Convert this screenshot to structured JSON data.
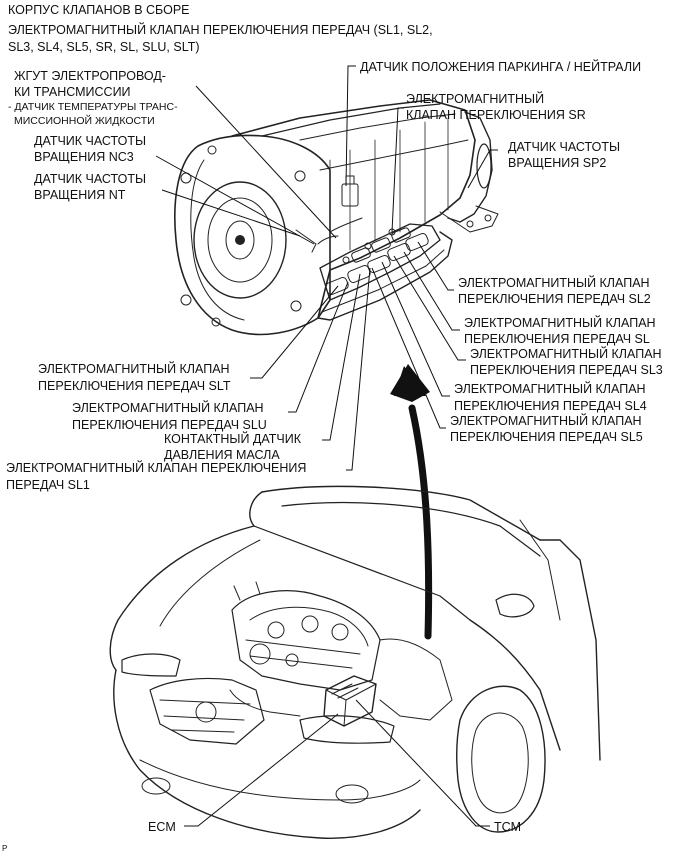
{
  "labels": {
    "valve_body": "КОРПУС КЛАПАНОВ В СБОРЕ",
    "solenoid_all_1": "ЭЛЕКТРОМАГНИТНЫЙ КЛАПАН ПЕРЕКЛЮЧЕНИЯ ПЕРЕДАЧ (SL1, SL2,",
    "solenoid_all_2": "SL3, SL4, SL5, SR, SL, SLU, SLT)",
    "harness_1": "ЖГУТ ЭЛЕКТРОПРОВОД-",
    "harness_2": "КИ ТРАНСМИССИИ",
    "harness_3": "- ДАТЧИК ТЕМПЕРАТУРЫ ТРАНС-",
    "harness_4": "МИССИОННОЙ ЖИДКОСТИ",
    "park_neutral": "ДАТЧИК ПОЛОЖЕНИЯ ПАРКИНГА / НЕЙТРАЛИ",
    "sr_1": "ЭЛЕКТРОМАГНИТНЫЙ",
    "sr_2": "КЛАПАН ПЕРЕКЛЮЧЕНИЯ SR",
    "nc3_1": "ДАТЧИК ЧАСТОТЫ",
    "nc3_2": "ВРАЩЕНИЯ NC3",
    "nt_1": "ДАТЧИК ЧАСТОТЫ",
    "nt_2": "ВРАЩЕНИЯ NT",
    "sp2_1": "ДАТЧИК ЧАСТОТЫ",
    "sp2_2": "ВРАЩЕНИЯ SP2",
    "sl2_1": "ЭЛЕКТРОМАГНИТНЫЙ КЛАПАН",
    "sl2_2": "ПЕРЕКЛЮЧЕНИЯ ПЕРЕДАЧ SL2",
    "sl_1": "ЭЛЕКТРОМАГНИТНЫЙ КЛАПАН",
    "sl_2": "ПЕРЕКЛЮЧЕНИЯ ПЕРЕДАЧ SL",
    "sl3_1": "ЭЛЕКТРОМАГНИТНЫЙ КЛАПАН",
    "sl3_2": "ПЕРЕКЛЮЧЕНИЯ ПЕРЕДАЧ SL3",
    "slt_1": "ЭЛЕКТРОМАГНИТНЫЙ КЛАПАН",
    "slt_2": "ПЕРЕКЛЮЧЕНИЯ ПЕРЕДАЧ SLT",
    "sl4_1": "ЭЛЕКТРОМАГНИТНЫЙ КЛАПАН",
    "sl4_2": "ПЕРЕКЛЮЧЕНИЯ ПЕРЕДАЧ SL4",
    "slu_1": "ЭЛЕКТРОМАГНИТНЫЙ КЛАПАН",
    "slu_2": "ПЕРЕКЛЮЧЕНИЯ ПЕРЕДАЧ SLU",
    "sl5_1": "ЭЛЕКТРОМАГНИТНЫЙ КЛАПАН",
    "sl5_2": "ПЕРЕКЛЮЧЕНИЯ ПЕРЕДАЧ SL5",
    "oil_1": "КОНТАКТНЫЙ ДАТЧИК",
    "oil_2": "ДАВЛЕНИЯ МАСЛА",
    "sl1_1": "ЭЛЕКТРОМАГНИТНЫЙ КЛАПАН ПЕРЕКЛЮЧЕНИЯ",
    "sl1_2": "ПЕРЕДАЧ SL1",
    "ecm": "ECM",
    "tcm": "TCM",
    "corner": "P"
  },
  "colors": {
    "ink": "#111111",
    "background": "#ffffff"
  },
  "figures": {
    "transmission": "transmission-drawing",
    "car": "car-front-drawing",
    "arrow": "curved-arrow"
  }
}
